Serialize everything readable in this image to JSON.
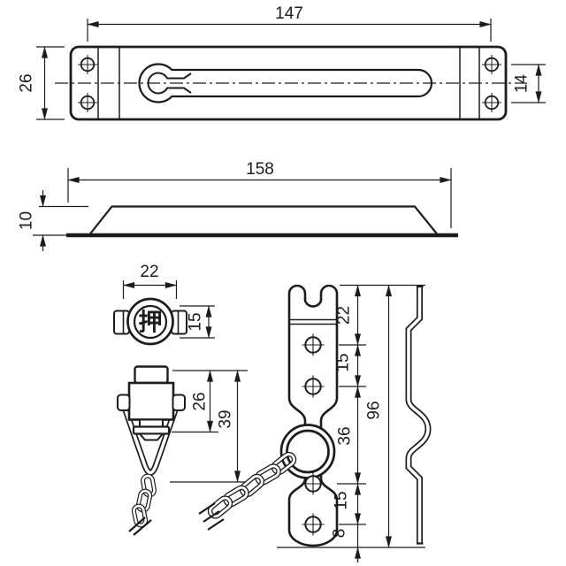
{
  "colors": {
    "line": "#1c1c1c",
    "background": "#ffffff"
  },
  "views": {
    "plate_top": {
      "length": "147",
      "width": "26",
      "hole_pitch": "14"
    },
    "plate_side": {
      "length": "158",
      "height": "10"
    },
    "knob_front": {
      "diameter": "22",
      "face": "15",
      "button_label": "押"
    },
    "knob_side": {
      "body": "26",
      "overall": "39"
    },
    "bracket": {
      "seg_top": "22",
      "seg_upper": "15",
      "seg_mid": "36",
      "seg_lower": "15",
      "seg_bottom": "8",
      "overall": "96"
    }
  }
}
